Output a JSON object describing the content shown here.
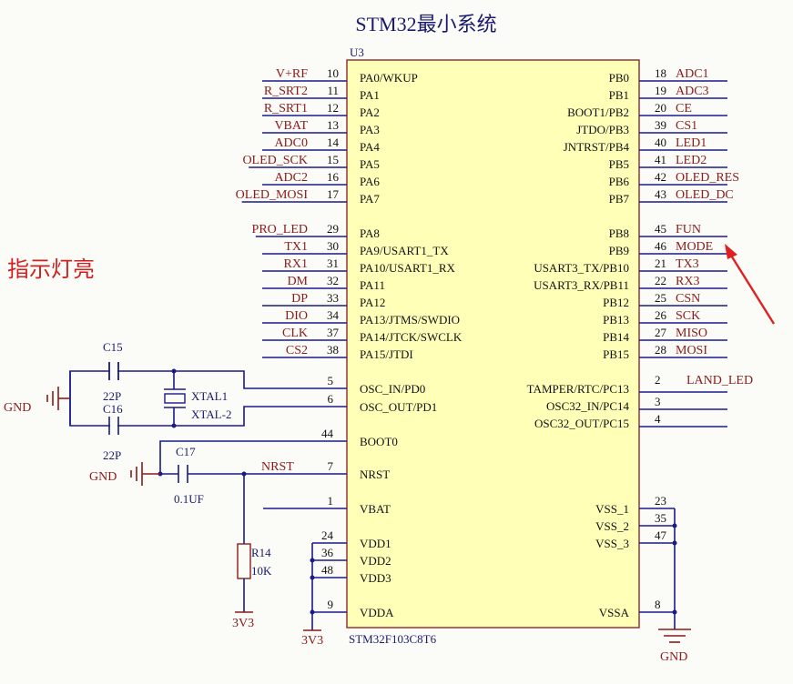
{
  "title": "STM32最小系统",
  "annotation": "指示灯亮",
  "chip": {
    "ref": "U3",
    "part": "STM32F103C8T6",
    "left_pins": [
      {
        "net": "V+RF",
        "num": "10",
        "name": "PA0/WKUP"
      },
      {
        "net": "R_SRT2",
        "num": "11",
        "name": "PA1"
      },
      {
        "net": "R_SRT1",
        "num": "12",
        "name": "PA2"
      },
      {
        "net": "VBAT",
        "num": "13",
        "name": "PA3"
      },
      {
        "net": "ADC0",
        "num": "14",
        "name": "PA4"
      },
      {
        "net": "OLED_SCK",
        "num": "15",
        "name": "PA5"
      },
      {
        "net": "ADC2",
        "num": "16",
        "name": "PA6"
      },
      {
        "net": "OLED_MOSI",
        "num": "17",
        "name": "PA7"
      },
      {
        "net": "PRO_LED",
        "num": "29",
        "name": "PA8"
      },
      {
        "net": "TX1",
        "num": "30",
        "name": "PA9/USART1_TX"
      },
      {
        "net": "RX1",
        "num": "31",
        "name": "PA10/USART1_RX"
      },
      {
        "net": "DM",
        "num": "32",
        "name": "PA11"
      },
      {
        "net": "DP",
        "num": "33",
        "name": "PA12"
      },
      {
        "net": "DIO",
        "num": "34",
        "name": "PA13/JTMS/SWDIO"
      },
      {
        "net": "CLK",
        "num": "37",
        "name": "PA14/JTCK/SWCLK"
      },
      {
        "net": "CS2",
        "num": "38",
        "name": "PA15/JTDI"
      },
      {
        "net": "",
        "num": "5",
        "name": "OSC_IN/PD0"
      },
      {
        "net": "",
        "num": "6",
        "name": "OSC_OUT/PD1"
      },
      {
        "net": "",
        "num": "44",
        "name": "BOOT0"
      },
      {
        "net": "NRST",
        "num": "7",
        "name": "NRST"
      },
      {
        "net": "",
        "num": "1",
        "name": "VBAT"
      },
      {
        "net": "",
        "num": "24",
        "name": "VDD1"
      },
      {
        "net": "",
        "num": "36",
        "name": "VDD2"
      },
      {
        "net": "",
        "num": "48",
        "name": "VDD3"
      },
      {
        "net": "",
        "num": "9",
        "name": "VDDA"
      }
    ],
    "right_pins": [
      {
        "net": "ADC1",
        "num": "18",
        "name": "PB0"
      },
      {
        "net": "ADC3",
        "num": "19",
        "name": "PB1"
      },
      {
        "net": "CE",
        "num": "20",
        "name": "BOOT1/PB2"
      },
      {
        "net": "CS1",
        "num": "39",
        "name": "JTDO/PB3"
      },
      {
        "net": "LED1",
        "num": "40",
        "name": "JNTRST/PB4"
      },
      {
        "net": "LED2",
        "num": "41",
        "name": "PB5"
      },
      {
        "net": "OLED_RES",
        "num": "42",
        "name": "PB6"
      },
      {
        "net": "OLED_DC",
        "num": "43",
        "name": "PB7"
      },
      {
        "net": "FUN",
        "num": "45",
        "name": "PB8"
      },
      {
        "net": "MODE",
        "num": "46",
        "name": "PB9"
      },
      {
        "net": "TX3",
        "num": "21",
        "name": "USART3_TX/PB10"
      },
      {
        "net": "RX3",
        "num": "22",
        "name": "USART3_RX/PB11"
      },
      {
        "net": "CSN",
        "num": "25",
        "name": "PB12"
      },
      {
        "net": "SCK",
        "num": "26",
        "name": "PB13"
      },
      {
        "net": "MISO",
        "num": "27",
        "name": "PB14"
      },
      {
        "net": "MOSI",
        "num": "28",
        "name": "PB15"
      },
      {
        "net": "LAND_LED",
        "num": "2",
        "name": "TAMPER/RTC/PC13"
      },
      {
        "net": "",
        "num": "3",
        "name": "OSC32_IN/PC14"
      },
      {
        "net": "",
        "num": "4",
        "name": "OSC32_OUT/PC15"
      },
      {
        "net": "",
        "num": "23",
        "name": "VSS_1"
      },
      {
        "net": "",
        "num": "35",
        "name": "VSS_2"
      },
      {
        "net": "",
        "num": "47",
        "name": "VSS_3"
      },
      {
        "net": "",
        "num": "8",
        "name": "VSSA"
      }
    ]
  },
  "parts": {
    "c15": {
      "ref": "C15",
      "value": "22P"
    },
    "c16": {
      "ref": "C16",
      "value": "22P"
    },
    "c17": {
      "ref": "C17",
      "value": "0.1UF"
    },
    "xtal": {
      "ref1": "XTAL1",
      "ref2": "XTAL-2"
    },
    "r14": {
      "ref": "R14",
      "value": "10K"
    }
  },
  "power": {
    "gnd1": "GND",
    "gnd2": "GND",
    "gnd3": "GND",
    "v3_1": "3V3",
    "v3_2": "3V3"
  },
  "colors": {
    "wire": "#1a1a8a",
    "net_label": "#8b1a1a",
    "chip_fill": "#ffffb8",
    "annotation": "#d02020"
  }
}
